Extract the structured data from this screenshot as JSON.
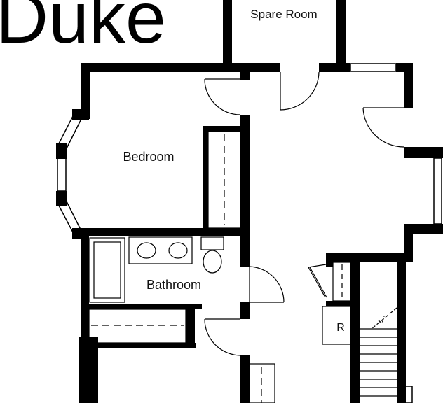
{
  "title": "Duke",
  "rooms": {
    "spare_room": "Spare Room",
    "bedroom": "Bedroom",
    "bathroom": "Bathroom",
    "radiator": "R"
  },
  "colors": {
    "wall": "#000000",
    "line": "#000000",
    "background": "#ffffff"
  }
}
